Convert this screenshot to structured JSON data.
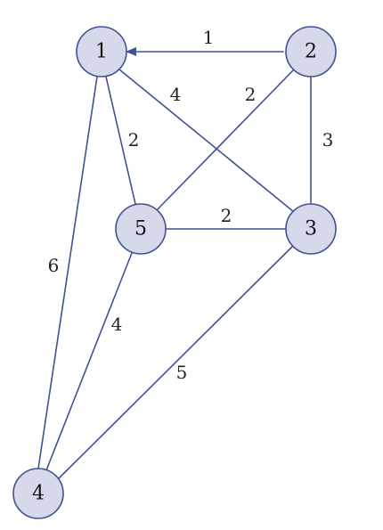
{
  "style": {
    "node_fill": "#d6d9ea",
    "node_stroke": "#3f5293",
    "edge_color": "#3f5293"
  },
  "nodes": [
    {
      "id": "1",
      "label": "1"
    },
    {
      "id": "2",
      "label": "2"
    },
    {
      "id": "3",
      "label": "3"
    },
    {
      "id": "4",
      "label": "4"
    },
    {
      "id": "5",
      "label": "5"
    }
  ],
  "edges": [
    {
      "from": "2",
      "to": "1",
      "weight": "1",
      "directed": true
    },
    {
      "from": "1",
      "to": "3",
      "weight": "4",
      "directed": false
    },
    {
      "from": "2",
      "to": "5",
      "weight": "2",
      "directed": false
    },
    {
      "from": "2",
      "to": "3",
      "weight": "3",
      "directed": false
    },
    {
      "from": "1",
      "to": "5",
      "weight": "2",
      "directed": false
    },
    {
      "from": "5",
      "to": "3",
      "weight": "2",
      "directed": false
    },
    {
      "from": "1",
      "to": "4",
      "weight": "6",
      "directed": false
    },
    {
      "from": "5",
      "to": "4",
      "weight": "4",
      "directed": false
    },
    {
      "from": "3",
      "to": "4",
      "weight": "5",
      "directed": false
    }
  ]
}
